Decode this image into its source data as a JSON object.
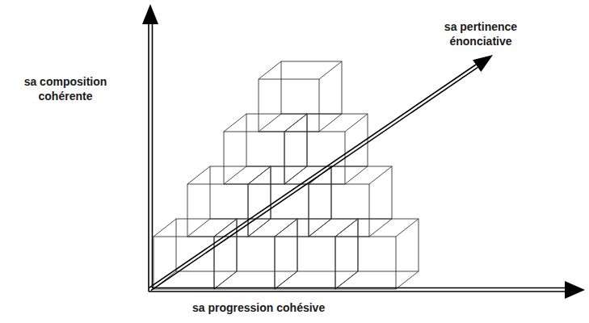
{
  "diagram": {
    "labels": [
      "sa composition cohérente",
      "sa pertinence énonciative",
      "sa progression cohésive"
    ]
  }
}
